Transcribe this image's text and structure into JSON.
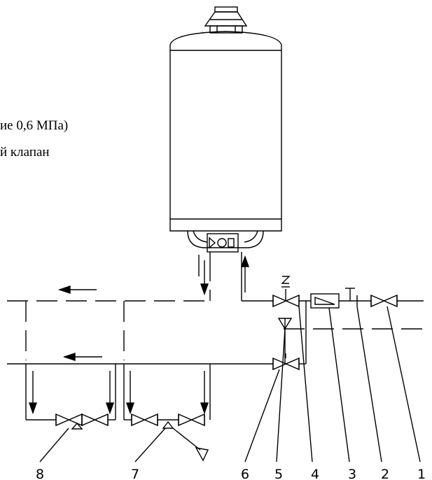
{
  "fragments": {
    "line1": "ие 0,6 МПа)",
    "line2": "й клапан"
  },
  "callouts": [
    "8",
    "7",
    "6",
    "5",
    "4",
    "3",
    "2",
    "1"
  ],
  "colors": {
    "ink": "#000000",
    "background": "#ffffff"
  }
}
